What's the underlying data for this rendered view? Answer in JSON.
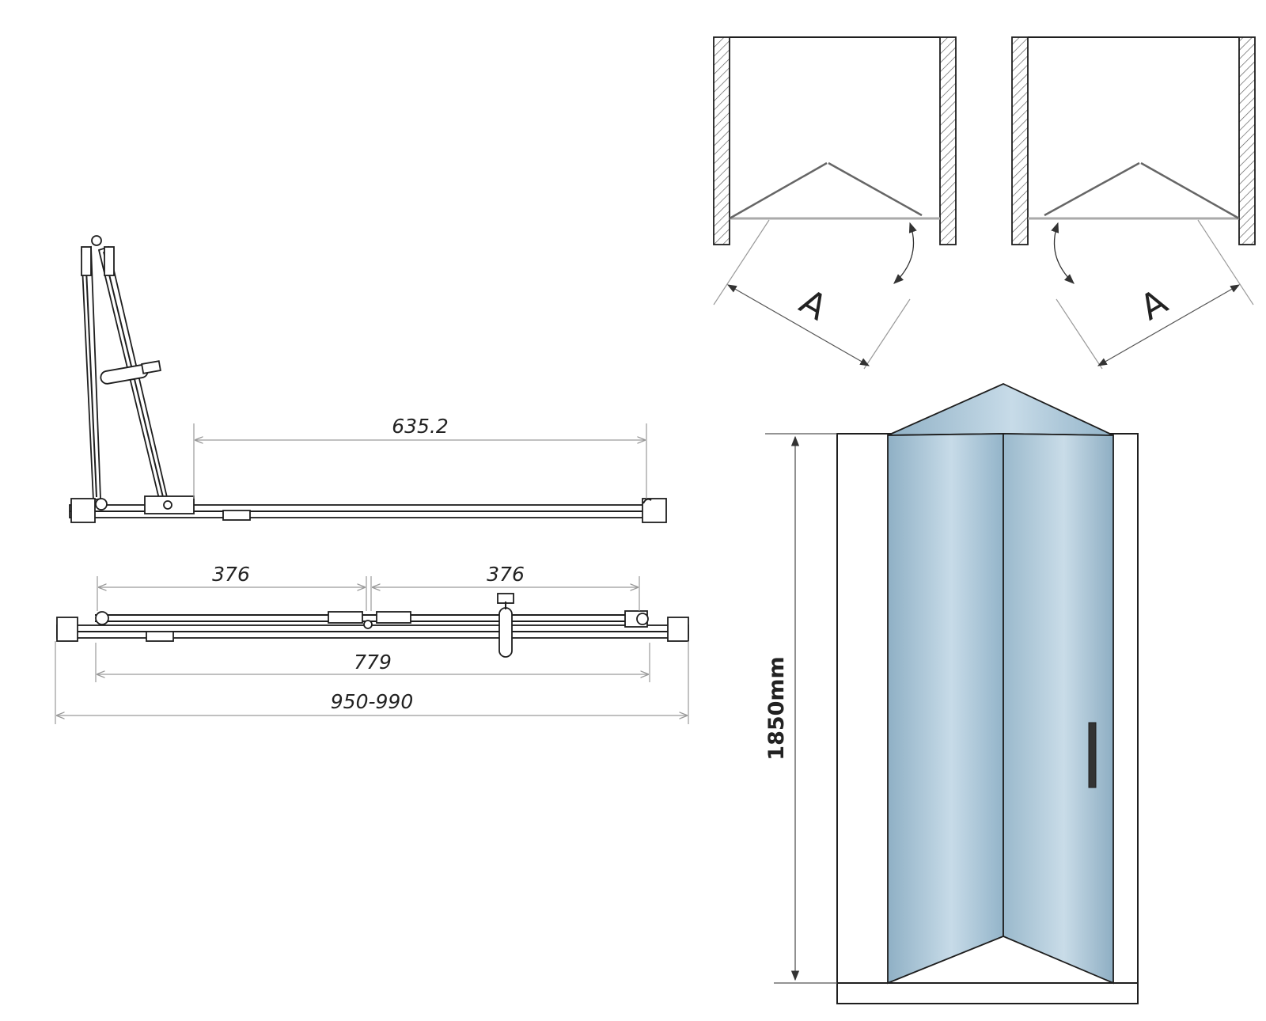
{
  "dimensions": {
    "top_span": "635.2",
    "left_leaf": "376",
    "right_leaf": "376",
    "inner_width": "779",
    "outer_width": "950-990",
    "height": "1850mm"
  },
  "opening_diagrams": {
    "left_label": "A",
    "right_label": "A"
  },
  "colors": {
    "glass_edge": "#8fb0c5",
    "glass_highlight": "#c7dbe8",
    "line": "#1e1e1e",
    "dimension_line": "#9a9a9a",
    "hatch": "#555555"
  }
}
